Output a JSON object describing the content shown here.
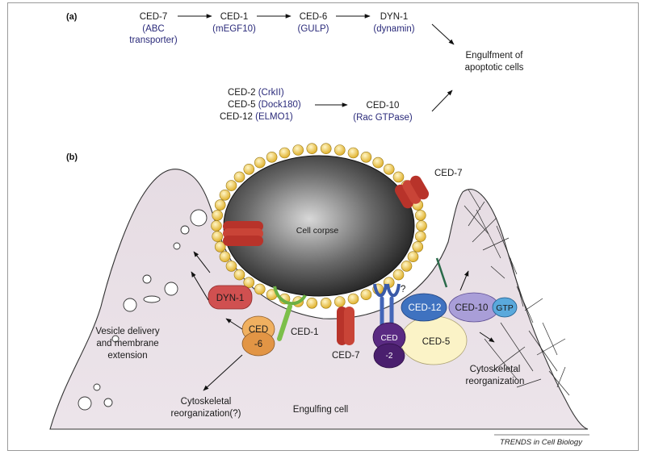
{
  "panel_a": {
    "label": "(a)",
    "row1": [
      {
        "name": "CED-7",
        "desc1": "(ABC",
        "desc2": "transporter)"
      },
      {
        "name": "CED-1",
        "desc1": "(mEGF10)"
      },
      {
        "name": "CED-6",
        "desc1": "(GULP)"
      },
      {
        "name": "DYN-1",
        "desc1": "(dynamin)"
      }
    ],
    "row2": [
      {
        "name": "CED-2",
        "desc": "(CrkII)"
      },
      {
        "name": "CED-5",
        "desc": "(Dock180)"
      },
      {
        "name": "CED-12",
        "desc": "(ELMO1)"
      }
    ],
    "ced10": {
      "name": "CED-10",
      "desc": "(Rac GTPase)"
    },
    "outcome": {
      "line1": "Engulfment of",
      "line2": "apoptotic cells"
    }
  },
  "panel_b": {
    "label": "(b)",
    "corpse": "Cell corpse",
    "engulfing_cell": "Engulfing cell",
    "ced7_top": "CED-7",
    "ced7_bottom": "CED-7",
    "ced1": "CED-1",
    "dyn1": "DYN-1",
    "ced6_a": "CED",
    "ced6_b": "-6",
    "ced2_a": "CED",
    "ced2_b": "-2",
    "ced5": "CED-5",
    "ced12": "CED-12",
    "ced10": "CED-10",
    "gtp": "GTP",
    "question": "?",
    "vesicle1": "Vesicle delivery",
    "vesicle2": "and membrane",
    "vesicle3": "extension",
    "cyto_left1": "Cytoskeletal",
    "cyto_left2": "reorganization(?)",
    "cyto_right1": "Cytoskeletal",
    "cyto_right2": "reorganization"
  },
  "footer": "TRENDS in Cell Biology",
  "colors": {
    "membrane_fill": "#e6dde3",
    "bead": "#f2c94c",
    "ced7": "#c0392b",
    "ced1": "#7cbf4a",
    "ced6": "#e8a050",
    "dyn1": "#d05050",
    "ced2": "#6a2a8a",
    "ced5": "#fbf3c7",
    "ced12": "#3f72c0",
    "ced10": "#a89cd8",
    "gtp": "#5aa9dc",
    "protein_text": "#2a2a7a"
  }
}
